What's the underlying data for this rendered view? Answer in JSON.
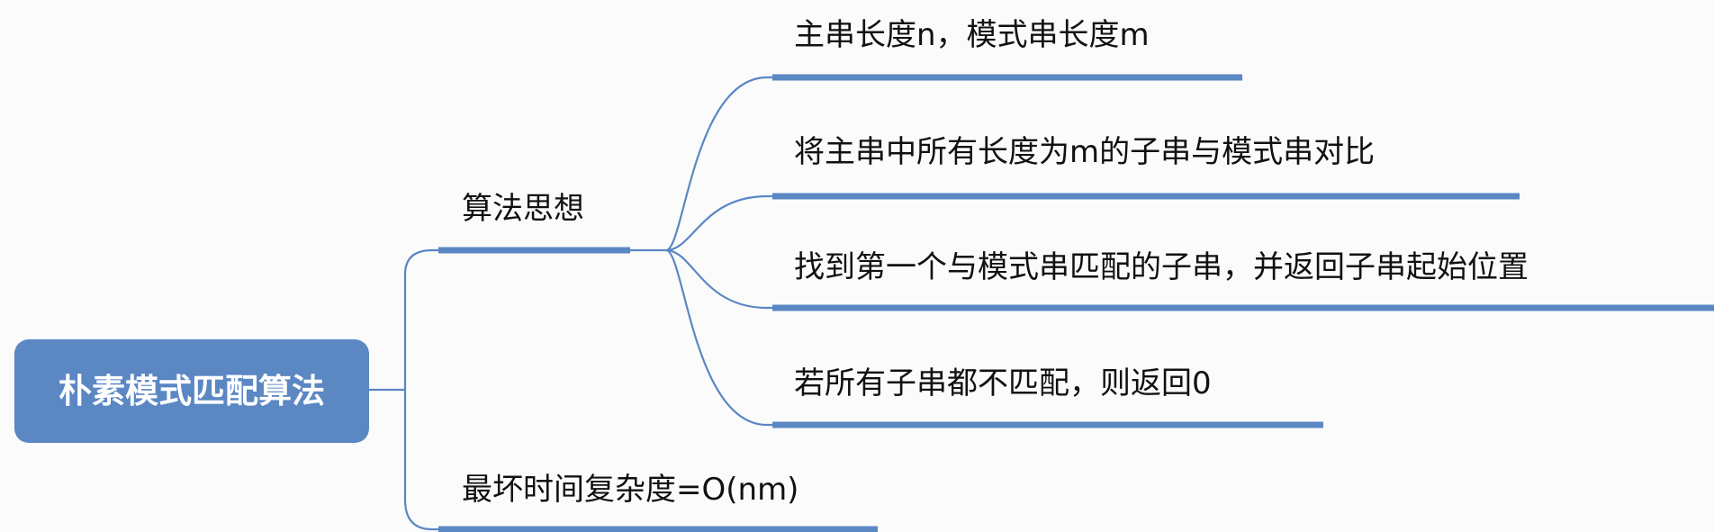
{
  "mindmap": {
    "root": "朴素模式匹配算法",
    "branches": [
      {
        "label": "算法思想",
        "children": [
          "主串长度n，模式串长度m",
          "将主串中所有长度为m的子串与模式串对比",
          "找到第一个与模式串匹配的子串，并返回子串起始位置",
          "若所有子串都不匹配，则返回0"
        ]
      },
      {
        "label": "最坏时间复杂度=O(nm)",
        "children": []
      }
    ]
  }
}
